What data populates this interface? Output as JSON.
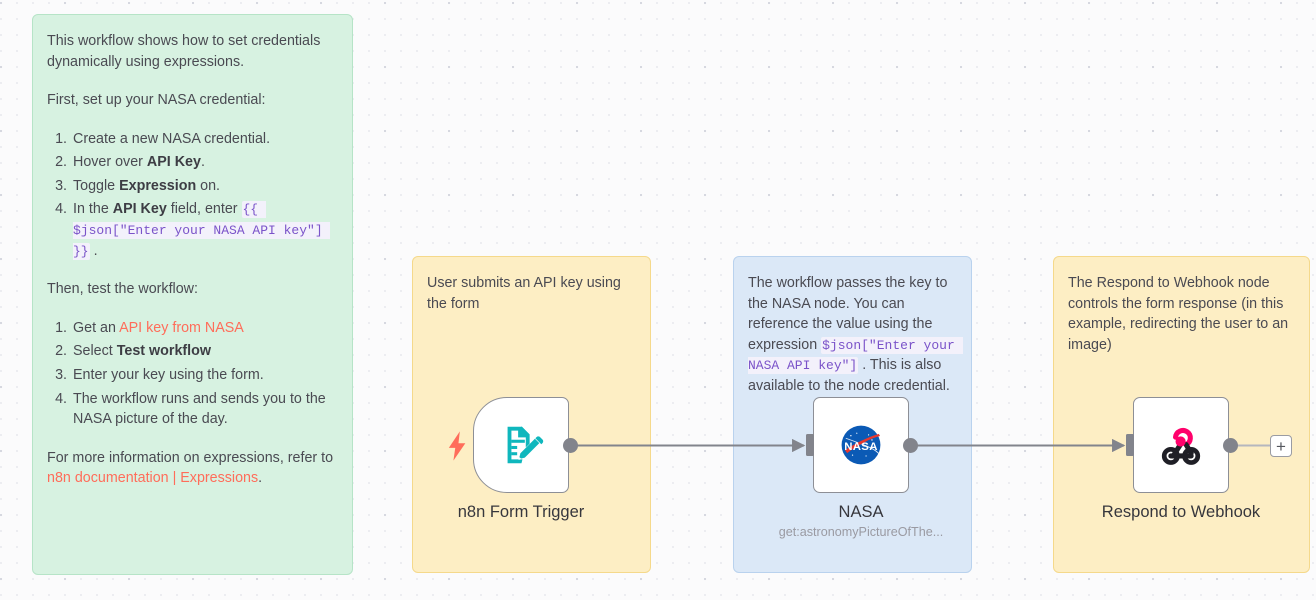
{
  "canvas": {
    "background_color": "#fbfbfc",
    "dot_color": "#e1e2e9"
  },
  "sticky_notes": [
    {
      "id": "intro",
      "color": "#d7f2e1",
      "border_color": "#b6e4c7",
      "paragraph_1": "This workflow shows how to set credentials dynamically using expressions.",
      "paragraph_2": "First, set up your NASA credential:",
      "list_1": [
        "Create a new NASA credential.",
        "Hover over API Key.",
        "Toggle Expression on.",
        "In the API Key field, enter {{ $json[\"Enter your NASA API key\"] }} ."
      ],
      "list_1_parts": {
        "item_1": "Create a new NASA credential.",
        "item_2_pre": "Hover over ",
        "item_2_bold": "API Key",
        "item_2_post": ".",
        "item_3_pre": "Toggle ",
        "item_3_bold": "Expression",
        "item_3_post": " on.",
        "item_4_pre": "In the ",
        "item_4_bold": "API Key",
        "item_4_mid": " field, enter ",
        "item_4_code": "{{ $json[\"Enter your NASA API key\"] }}",
        "item_4_post": " ."
      },
      "paragraph_3": "Then, test the workflow:",
      "list_2_parts": {
        "item_1_pre": "Get an ",
        "item_1_link": "API key from NASA",
        "item_2_pre": "Select ",
        "item_2_bold": "Test workflow",
        "item_3": "Enter your key using the form.",
        "item_4": "The workflow runs and sends you to the NASA picture of the day."
      },
      "paragraph_4_pre": "For more information on expressions, refer to ",
      "paragraph_4_link": "n8n documentation | Expressions",
      "paragraph_4_post": "."
    },
    {
      "id": "form",
      "color": "#fdeec4",
      "border_color": "#f5d98b",
      "text": "User submits an API key using the form"
    },
    {
      "id": "nasa",
      "color": "#dbe8f7",
      "border_color": "#b9d2ee",
      "text_pre": "The workflow passes the key to the NASA node. You can reference the value using the expression ",
      "text_code": "$json[\"Enter your NASA API key\"]",
      "text_post": " . This is also available to the node credential."
    },
    {
      "id": "respond",
      "color": "#fdeec4",
      "border_color": "#f5d98b",
      "text": "The Respond to Webhook node controls the form response (in this example, redirecting the user to an image)"
    }
  ],
  "nodes": [
    {
      "id": "form-trigger",
      "label": "n8n Form Trigger",
      "sublabel": "",
      "icon": "form-document-pencil-icon",
      "icon_color": "#0fb7bd",
      "is_trigger": true,
      "trigger_indicator": "lightning-bolt-icon",
      "trigger_indicator_color": "#ff6d5a"
    },
    {
      "id": "nasa",
      "label": "NASA",
      "sublabel": "get:astronomyPictureOfThe...",
      "icon": "nasa-meatball-icon",
      "icon_color": "#0b5ab5",
      "is_trigger": false
    },
    {
      "id": "respond-to-webhook",
      "label": "Respond to Webhook",
      "sublabel": "",
      "icon": "webhook-icon",
      "icon_color": "#ff006b",
      "is_trigger": false
    }
  ],
  "connections": [
    {
      "from": "form-trigger",
      "to": "nasa"
    },
    {
      "from": "nasa",
      "to": "respond-to-webhook"
    }
  ],
  "add_node_button": {
    "label": "+"
  }
}
